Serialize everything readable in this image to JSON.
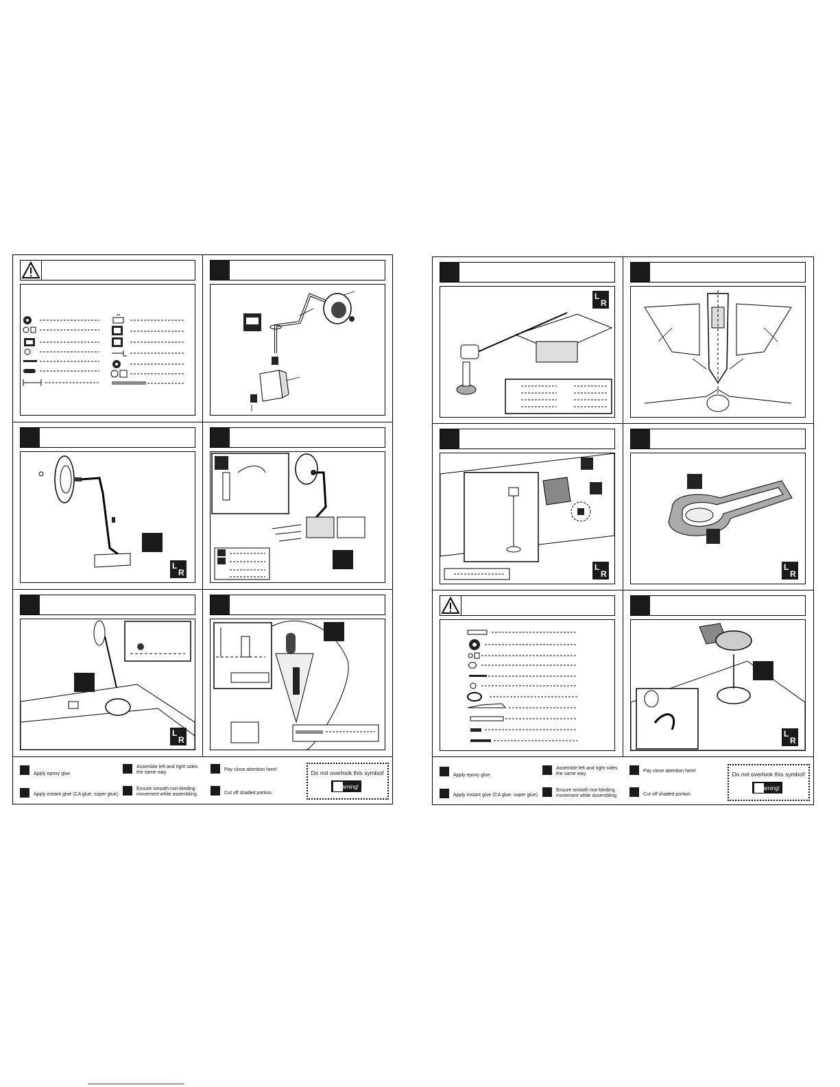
{
  "legend": {
    "epoxy": "Apply epoxy glue.",
    "ca": "Apply instant glue (CA glue, super glue).",
    "assemble_lr": "Assemble left and right sides the same way.",
    "smooth": "Ensure smooth non-binding movement while assembling.",
    "attention": "Pay close attention here!",
    "cut": "Cut off shaded portion.",
    "do_not_overlook": "Do not overlook this symbol!",
    "warning": "Warning!"
  },
  "icons": {
    "epoxy": "ab-epoxy-icon",
    "ca": "ca-glue-icon",
    "lr": "left-right-icon",
    "smooth": "smooth-movement-icon",
    "attention": "pointing-hand-icon",
    "cut": "cut-shaded-icon",
    "warning": "warning-triangle-icon"
  },
  "colors": {
    "ink": "#000000",
    "fill": "#1a1a1a",
    "paper": "#ffffff",
    "shade": "#9a9a9a"
  }
}
